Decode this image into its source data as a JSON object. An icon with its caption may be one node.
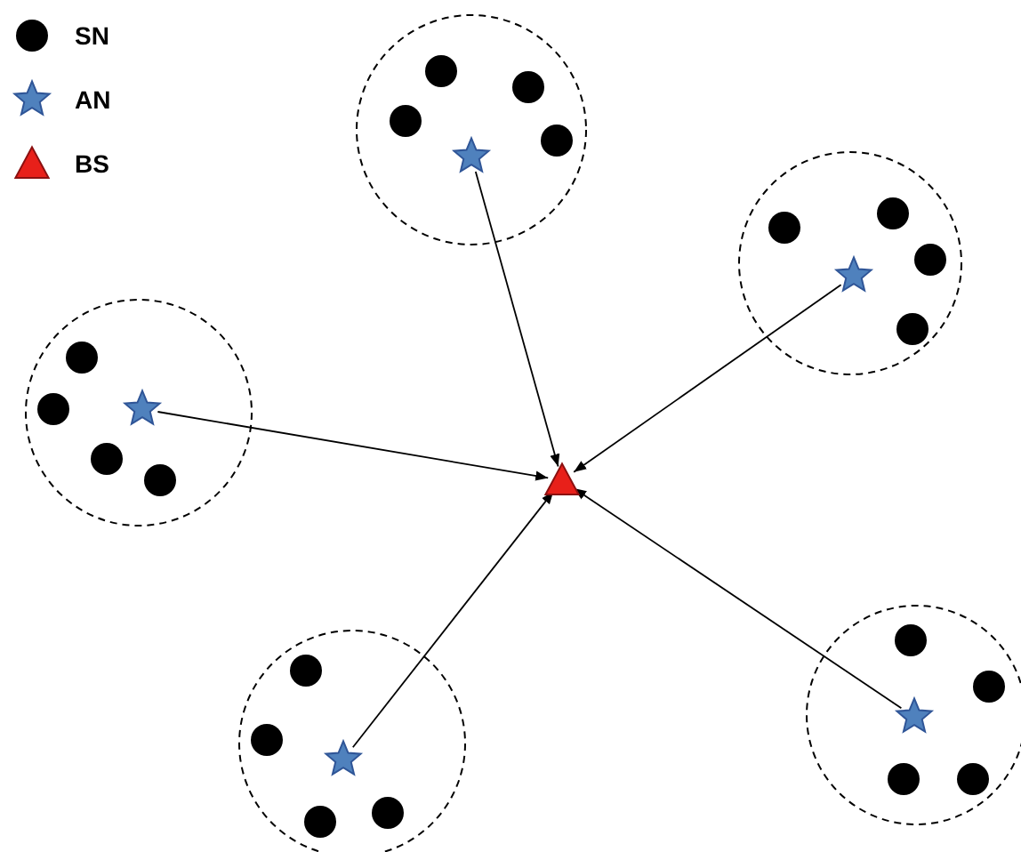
{
  "diagram": {
    "nodes": [
      {
        "text": [],
        "shape": "circle"
      },
      {
        "text": [],
        "shape": "dot",
        "in": 0
      },
      {
        "text": [],
        "shape": "dot",
        "in": 0
      },
      {
        "text": [],
        "shape": "dot",
        "in": 0
      },
      {
        "text": [],
        "shape": "dot",
        "in": 0
      },
      {
        "text": [],
        "shape": "star",
        "in": 0
      },
      {
        "text": [],
        "shape": "circle"
      },
      {
        "text": [],
        "shape": "dot",
        "in": 6
      },
      {
        "text": [],
        "shape": "dot",
        "in": 6
      },
      {
        "text": [],
        "shape": "dot",
        "in": 6
      },
      {
        "text": [],
        "shape": "star",
        "in": 6
      },
      {
        "text": [],
        "shape": "dot",
        "in": 6
      },
      {
        "text": [],
        "shape": "circle"
      },
      {
        "text": [],
        "shape": "dot",
        "in": 12
      },
      {
        "text": [],
        "shape": "dot",
        "in": 12
      },
      {
        "text": [],
        "shape": "star",
        "in": 12
      },
      {
        "text": [],
        "shape": "dot",
        "in": 12
      },
      {
        "text": [],
        "shape": "dot",
        "in": 12
      },
      {
        "text": [],
        "shape": "triangle"
      },
      {
        "text": [],
        "shape": "circle"
      },
      {
        "text": [],
        "shape": "dot",
        "in": 19
      },
      {
        "text": [],
        "shape": "dot",
        "in": 19
      },
      {
        "text": [],
        "shape": "star",
        "in": 19
      },
      {
        "text": [],
        "shape": "dot",
        "in": 19
      },
      {
        "text": [],
        "shape": "dot",
        "in": 19
      },
      {
        "text": [],
        "shape": "circle"
      },
      {
        "text": [],
        "shape": "dot",
        "in": 25
      },
      {
        "text": [],
        "shape": "dot",
        "in": 25
      },
      {
        "text": [],
        "shape": "star",
        "in": 25
      },
      {
        "text": [],
        "shape": "dot",
        "in": 25
      },
      {
        "text": [],
        "shape": "dot",
        "in": 25
      }
    ],
    "edges": [
      {
        "from": 5,
        "to": 18,
        "arrow": "to"
      },
      {
        "from": 10,
        "to": 18,
        "arrow": "to"
      },
      {
        "from": 15,
        "to": 18,
        "arrow": "to"
      },
      {
        "from": 22,
        "to": 18,
        "arrow": "to"
      },
      {
        "from": 28,
        "to": 18,
        "arrow": "to"
      }
    ],
    "legend": [
      {
        "text": "SN"
      },
      {
        "text": "AN"
      },
      {
        "text": "BS"
      }
    ]
  }
}
